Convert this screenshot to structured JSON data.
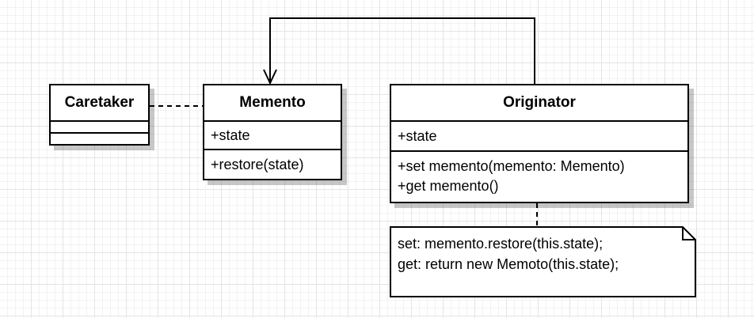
{
  "diagram": {
    "caretaker": {
      "name": "Caretaker"
    },
    "memento": {
      "name": "Memento",
      "attributes": [
        "+state"
      ],
      "operations": [
        "+restore(state)"
      ]
    },
    "originator": {
      "name": "Originator",
      "attributes": [
        "+state"
      ],
      "operations": [
        "+set memento(memento: Memento)",
        "+get memento()"
      ]
    },
    "note": {
      "lines": [
        "set: memento.restore(this.state);",
        "get: return new Memoto(this.state);"
      ]
    }
  }
}
